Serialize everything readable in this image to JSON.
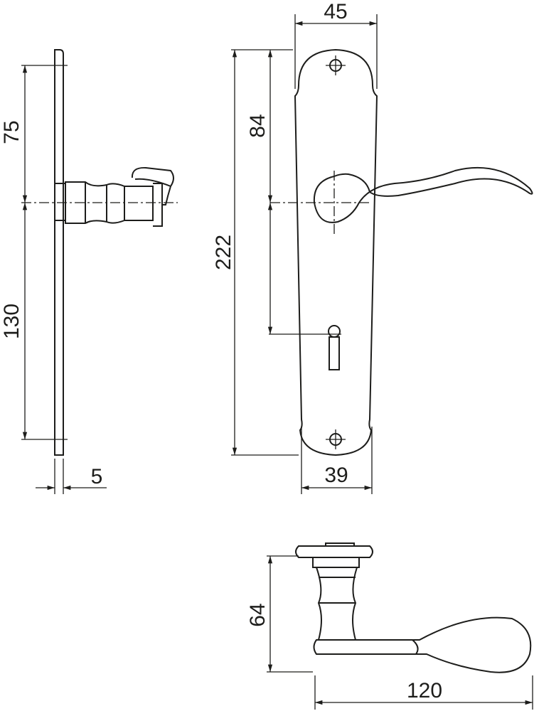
{
  "drawing": {
    "side_view": {
      "dim_upper": "75",
      "dim_lower": "130",
      "dim_thickness": "5"
    },
    "front_view": {
      "dim_width_top": "45",
      "dim_height": "222",
      "dim_handle_offset": "84",
      "dim_width_bottom": "39"
    },
    "bottom_view": {
      "dim_projection": "64",
      "dim_length": "120"
    },
    "line_color": "#1d1d1b"
  }
}
